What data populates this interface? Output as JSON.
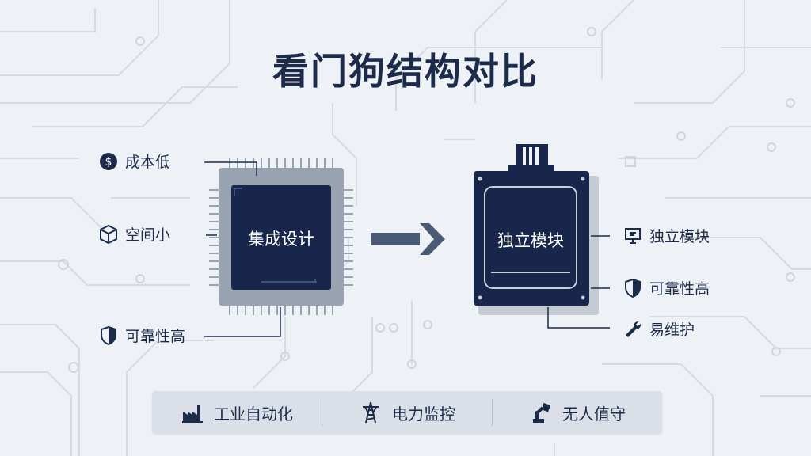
{
  "title": "看门狗结构对比",
  "left": {
    "chip_label": "集成设计",
    "features": [
      {
        "icon": "dollar-coin-icon",
        "label": "成本低"
      },
      {
        "icon": "cube-icon",
        "label": "空间小"
      },
      {
        "icon": "shield-icon",
        "label": "可靠性高"
      }
    ]
  },
  "right": {
    "module_label": "独立模块",
    "features": [
      {
        "icon": "monitor-icon",
        "label": "独立模块"
      },
      {
        "icon": "shield-icon",
        "label": "可靠性高"
      },
      {
        "icon": "wrench-icon",
        "label": "易维护"
      }
    ]
  },
  "applications": [
    {
      "icon": "factory-icon",
      "label": "工业自动化"
    },
    {
      "icon": "power-tower-icon",
      "label": "电力监控"
    },
    {
      "icon": "robot-arm-icon",
      "label": "无人值守"
    }
  ],
  "colors": {
    "navy": "#1c2b4a",
    "chip_frame": "#9aa3b2",
    "background": "#eef1f5"
  }
}
